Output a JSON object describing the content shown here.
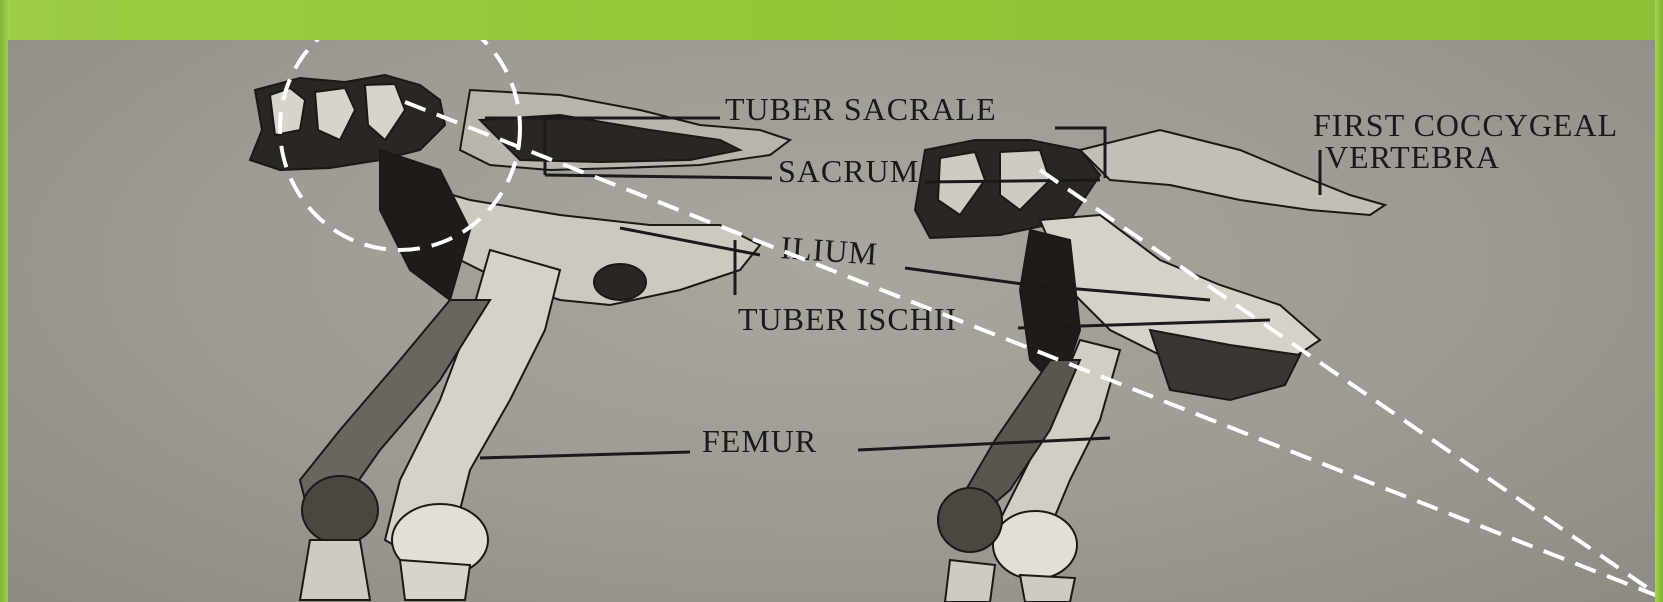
{
  "slide": {
    "frame_color": "#93c838",
    "dashed_callout_color": "#ffffff"
  },
  "diagram": {
    "labels": {
      "tuber_sacrale": "TUBER SACRALE",
      "sacrum": "SACRUM",
      "ilium": "ILIUM",
      "tuber_ischii": "TUBER ISCHII",
      "femur": "FEMUR",
      "first_coccygeal_line1": "FIRST COCCYGEAL",
      "first_coccygeal_line2": "VERTEBRA"
    }
  }
}
